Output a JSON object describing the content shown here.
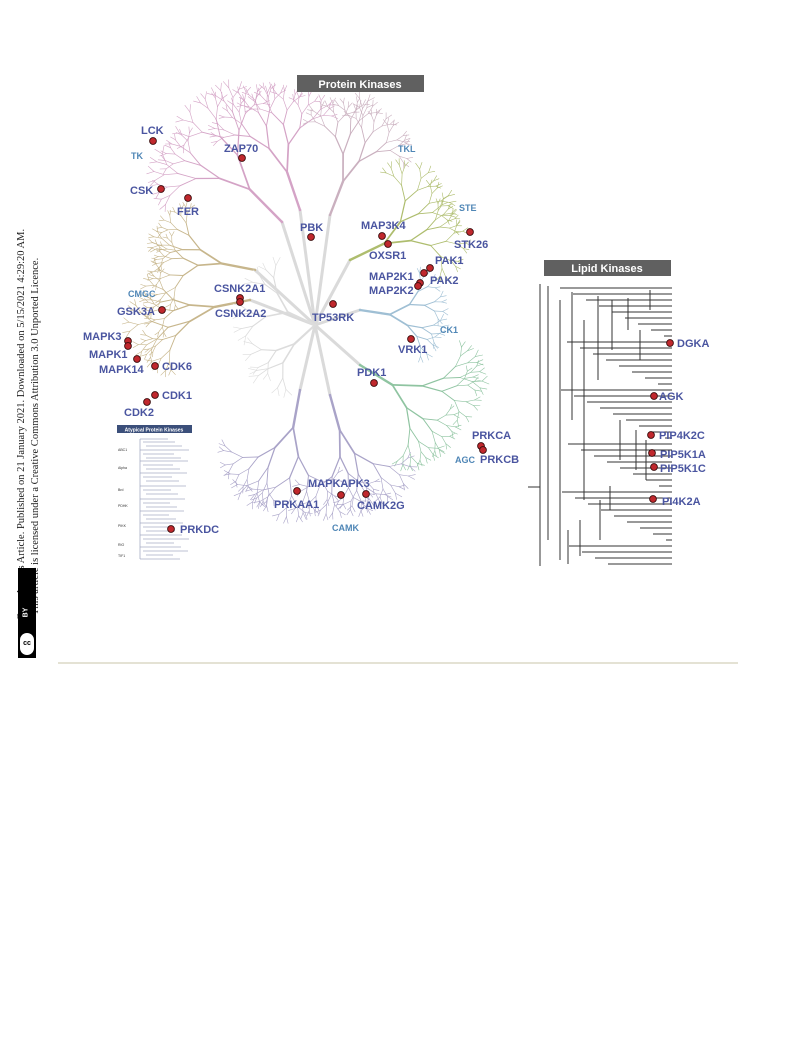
{
  "protein_title": "Protein Kinases",
  "lipid_title": "Lipid Kinases",
  "atypical_title": "Atypical Protein Kinases",
  "families": [
    "TK",
    "TKL",
    "STE",
    "CMGC",
    "CK1",
    "AGC",
    "CAMK"
  ],
  "atypical_families": [
    "ABC1",
    "Alpha",
    "Brd",
    "PDHK",
    "PIKK",
    "RIO",
    "TIF1"
  ],
  "protein_hits": [
    "LCK",
    "ZAP70",
    "CSK",
    "FER",
    "PBK",
    "MAP3K4",
    "OXSR1",
    "STK26",
    "PAK1",
    "MAP2K1",
    "PAK2",
    "MAP2K2",
    "CSNK2A1",
    "CSNK2A2",
    "GSK3A",
    "TP53RK",
    "MAPK3",
    "MAPK1",
    "MAPK14",
    "CDK6",
    "CDK1",
    "CDK2",
    "VRK1",
    "PDK1",
    "PRKCA",
    "PRKCB",
    "MAPKAPK3",
    "PRKAA1",
    "CAMK2G",
    "PRKDC"
  ],
  "lipid_hits": [
    "DGKA",
    "AGK",
    "PIP4K2C",
    "PIP5K1A",
    "PIP5K1C",
    "PI4K2A"
  ],
  "colors": {
    "hit_fill": "#c0282d",
    "label": "#4a55a0",
    "family_label": "#4f86b6",
    "tk": "#d4a3c6",
    "tkl": "#cab0bf",
    "ste": "#aebd6e",
    "cmgc": "#c7b68c",
    "ck1": "#9fbfd4",
    "agc": "#8fc4a1",
    "camk": "#a9a3c8",
    "core": "#dcdcdc",
    "header_bg": "#606060"
  },
  "sidebar": {
    "line1": "Open Access Article. Published on 21 January 2021. Downloaded on 5/15/2021 4:29:20 AM.",
    "line2": "This article is licensed under a Creative Commons Attribution 3.0 Unported Licence.",
    "badge_cc": "cc",
    "badge_by": "BY"
  }
}
